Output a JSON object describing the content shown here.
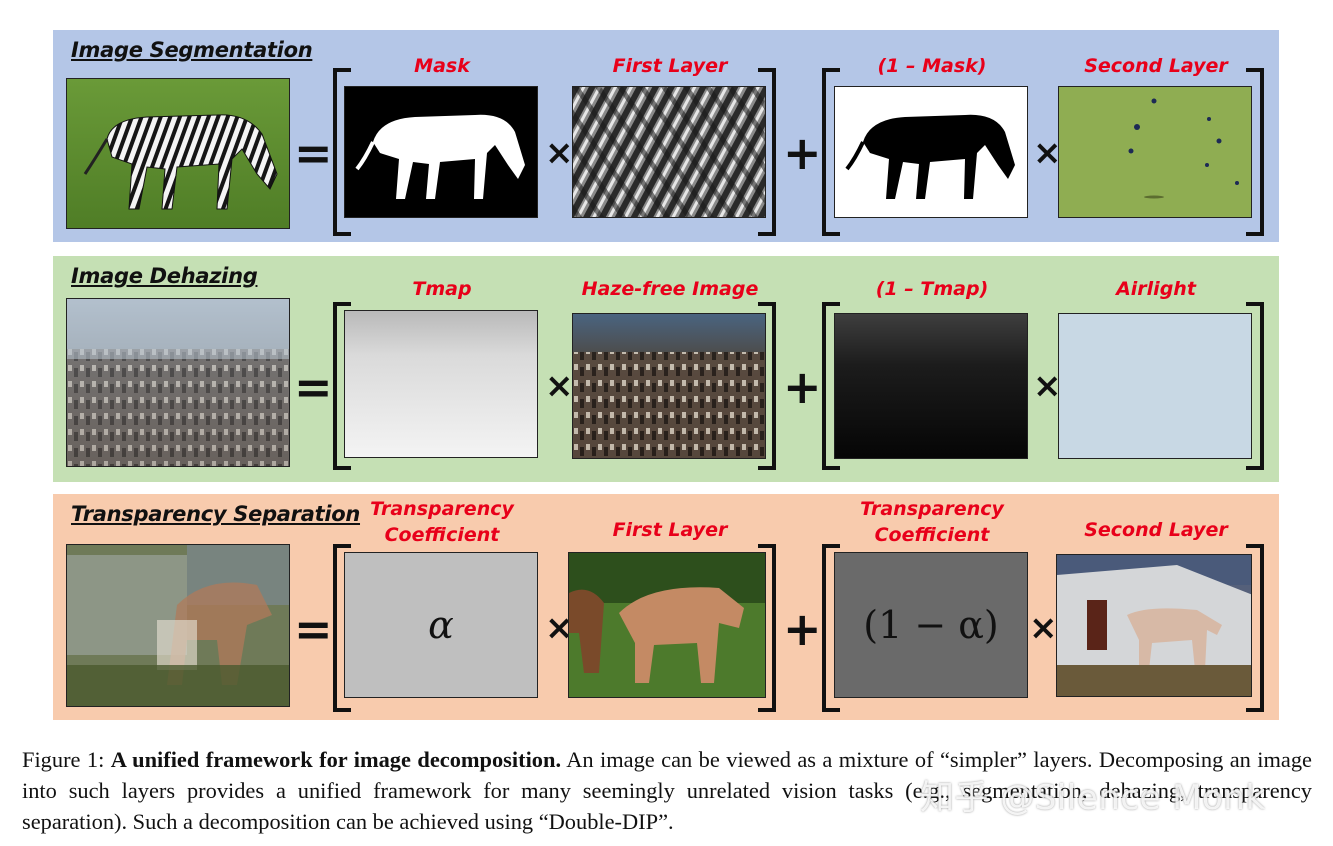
{
  "rows": [
    {
      "title": "Image Segmentation",
      "labels": [
        "Mask",
        "First Layer",
        "(1 – Mask)",
        "Second Layer"
      ]
    },
    {
      "title": "Image Dehazing",
      "labels": [
        "Tmap",
        "Haze-free Image",
        "(1 – Tmap)",
        "Airlight"
      ]
    },
    {
      "title": "Transparency Separation",
      "labels": [
        "Transparency\nCoefficient",
        "First Layer",
        "Transparency\nCoefficient",
        "Second Layer"
      ],
      "alpha_text": "α",
      "one_minus_alpha_text": "(1 − α)"
    }
  ],
  "operators": {
    "equals": "=",
    "times": "×",
    "plus": "+"
  },
  "caption": {
    "prefix": "Figure 1: ",
    "bold": "A unified framework for image decomposition.",
    "body": " An image can be viewed as a mixture of “simpler” layers. Decomposing an image into such layers provides a unified framework for many seemingly unrelated vision tasks (e.g., segmentation, dehazing, transparency separation). Such a decomposition can be achieved using “Double-DIP”."
  },
  "watermark": "知乎 @Silence Monk"
}
